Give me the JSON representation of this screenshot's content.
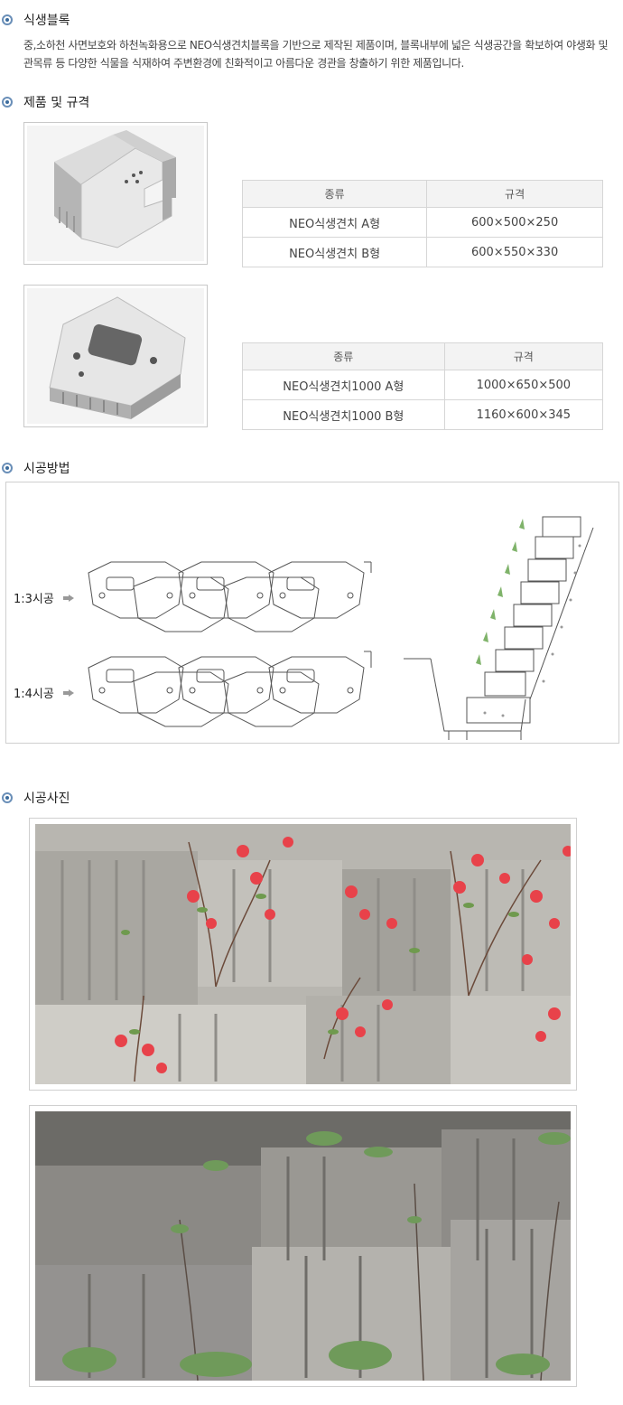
{
  "sections": {
    "block": {
      "title": "식생블록",
      "description": "중,소하천 사면보호와 하천녹화용으로 NEO식생견치블록을 기반으로 제작된 제품이며, 블록내부에 넓은 식생공간을 확보하여 야생화 및 관목류 등 다양한 식물을 식재하여 주변환경에 친화적이고 아름다운 경관을 창출하기 위한 제품입니다."
    },
    "spec": {
      "title": "제품 및 규격",
      "table1": {
        "headers": [
          "종류",
          "규격"
        ],
        "rows": [
          [
            "NEO식생견치 A형",
            "600×500×250"
          ],
          [
            "NEO식생견치 B형",
            "600×550×330"
          ]
        ]
      },
      "table2": {
        "headers": [
          "종류",
          "규격"
        ],
        "rows": [
          [
            "NEO식생견치1000 A형",
            "1000×650×500"
          ],
          [
            "NEO식생견치1000 B형",
            "1160×600×345"
          ]
        ]
      }
    },
    "method": {
      "title": "시공방법",
      "label_13": "1:3시공",
      "label_14": "1:4시공"
    },
    "photos": {
      "title": "시공사진"
    }
  },
  "colors": {
    "bullet": "#3c6c9e",
    "table_header_bg": "#f3f3f3",
    "border": "#d6d6d6"
  },
  "icons": [
    "bullet-icon",
    "arrow-right-icon"
  ]
}
